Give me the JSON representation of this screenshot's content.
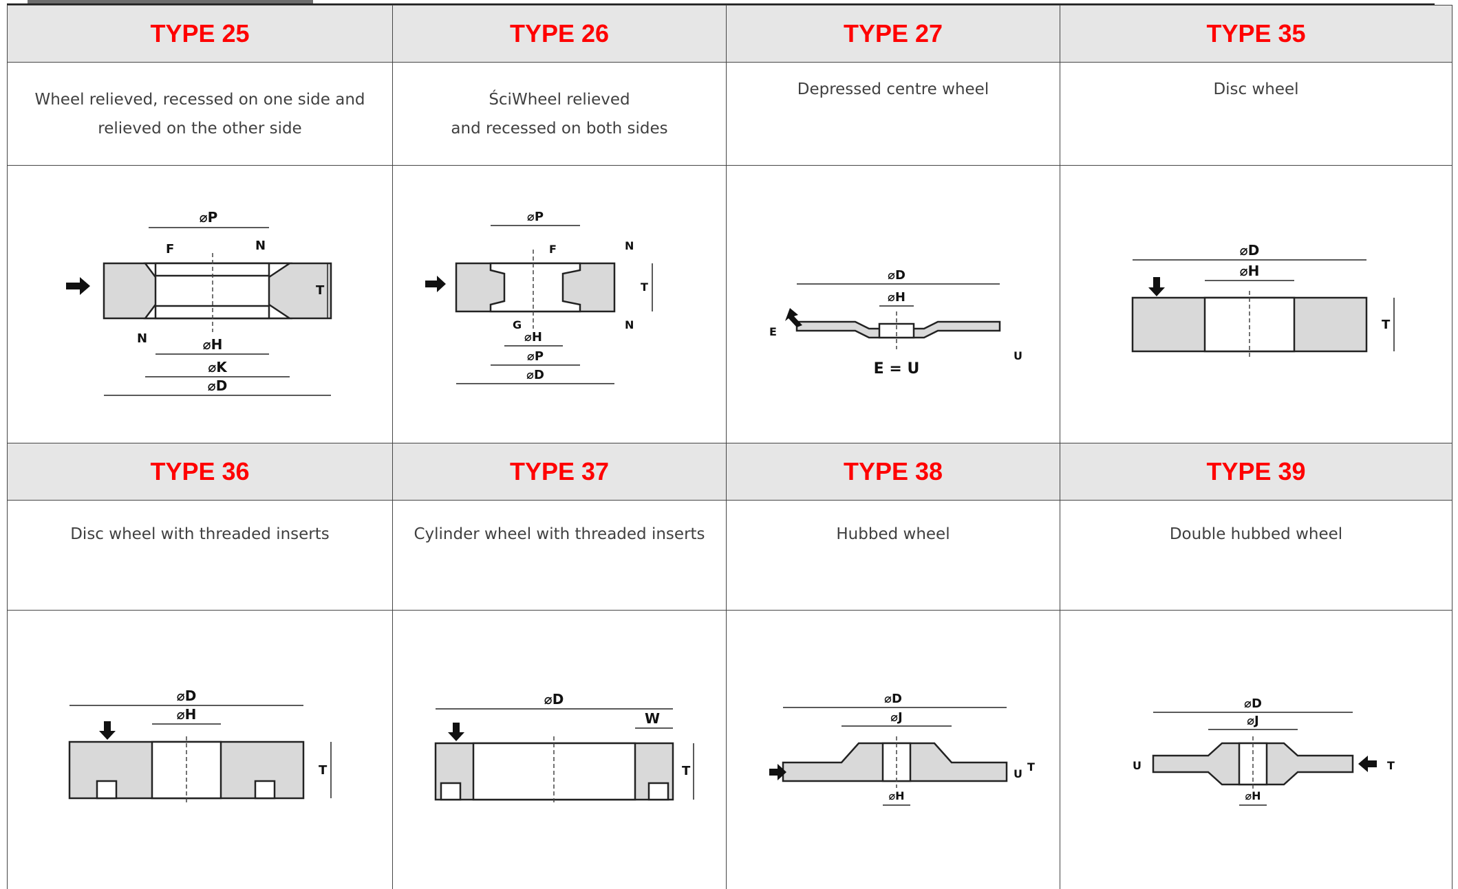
{
  "rows": [
    {
      "cells": [
        {
          "type": "TYPE 25",
          "desc": [
            "Wheel relieved, recessed on one side and",
            "relieved on the other side"
          ]
        },
        {
          "type": "TYPE 26",
          "desc": [
            "ŚciWheel relieved",
            "and recessed on both sides"
          ]
        },
        {
          "type": "TYPE 27",
          "desc": [
            "Depressed centre wheel"
          ]
        },
        {
          "type": "TYPE 35",
          "desc": [
            "Disc wheel"
          ]
        }
      ]
    },
    {
      "cells": [
        {
          "type": "TYPE 36",
          "desc": [
            "Disc wheel with threaded inserts"
          ]
        },
        {
          "type": "TYPE 37",
          "desc": [
            "Cylinder wheel with threaded inserts"
          ]
        },
        {
          "type": "TYPE 38",
          "desc": [
            "Hubbed wheel"
          ]
        },
        {
          "type": "TYPE 39",
          "desc": [
            "Double hubbed wheel"
          ]
        }
      ]
    }
  ],
  "labels": {
    "t25": {
      "P": "⌀P",
      "F": "F",
      "N1": "N",
      "T": "T",
      "N2": "N",
      "H": "⌀H",
      "K": "⌀K",
      "D": "⌀D"
    },
    "t26": {
      "P1": "⌀P",
      "F": "F",
      "N1": "N",
      "T": "T",
      "N2": "N",
      "G": "G",
      "H": "⌀H",
      "P2": "⌀P",
      "D": "⌀D"
    },
    "t27": {
      "D": "⌀D",
      "H": "⌀H",
      "E": "E",
      "U": "U",
      "EU": "E = U"
    },
    "t35": {
      "D": "⌀D",
      "H": "⌀H",
      "T": "T"
    },
    "t36": {
      "D": "⌀D",
      "H": "⌀H",
      "T": "T"
    },
    "t37": {
      "D": "⌀D",
      "W": "W",
      "T": "T"
    },
    "t38": {
      "D": "⌀D",
      "J": "⌀J",
      "H": "⌀H",
      "U": "U",
      "T": "T"
    },
    "t39": {
      "D": "⌀D",
      "J": "⌀J",
      "H": "⌀H",
      "U": "U",
      "T": "T"
    }
  },
  "colors": {
    "type_heading": "#ff0000",
    "header_bg": "#e6e6e6",
    "wheel_fill": "#d9d9d9"
  }
}
